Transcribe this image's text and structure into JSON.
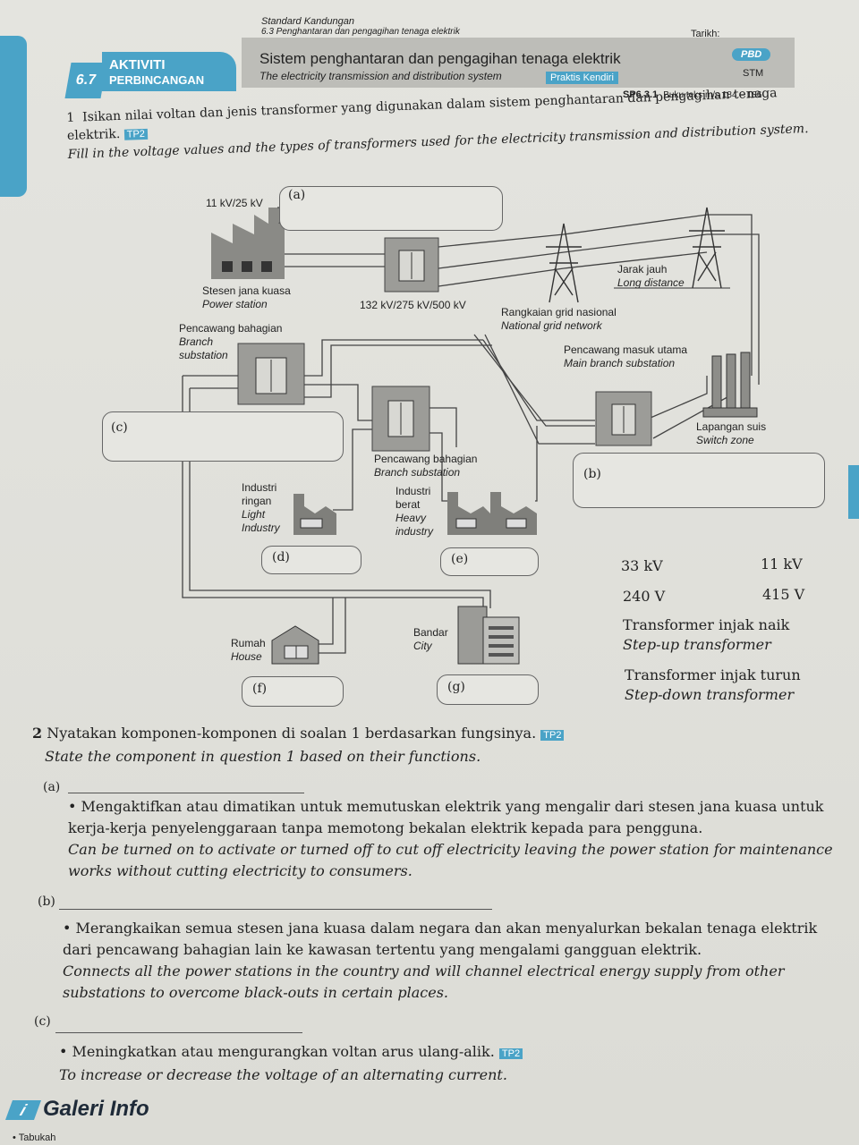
{
  "header": {
    "standard_label": "Standard Kandungan",
    "standard_sub": "6.3 Penghantaran dan pengagihan tenaga elektrik",
    "tarikh": "Tarikh:",
    "activity_number": "6.7",
    "activity_line1": "AKTIVITI",
    "activity_line2": "PERBINCANGAN",
    "title_ms": "Sistem penghantaran dan pengagihan tenaga elektrik",
    "title_en": "The electricity transmission and distribution system",
    "praktis": "Praktis Kendiri",
    "pbd": "PBD",
    "stm": "STM",
    "ref_code": "SP6.3.1",
    "ref_text": "Buku teks m/s 184 – 186"
  },
  "question1": {
    "number": "1",
    "text_ms": "Isikan nilai voltan dan jenis transformer yang digunakan dalam sistem penghantaran dan pengagihan tenaga elektrik.",
    "tp": "TP2",
    "text_en": "Fill in the voltage values and the types of transformers used for the electricity transmission and distribution system."
  },
  "diagram": {
    "kv_power": "11 kV/25 kV",
    "power_station_ms": "Stesen jana kuasa",
    "power_station_en": "Power station",
    "kv_grid": "132 kV/275 kV/500 kV",
    "grid_ms": "Rangkaian grid nasional",
    "grid_en": "National grid network",
    "long_ms": "Jarak jauh",
    "long_en": "Long distance",
    "branch1_ms": "Pencawang bahagian",
    "branch1_en": "Branch",
    "branch1_en2": "substation",
    "main_ms": "Pencawang masuk utama",
    "main_en": "Main branch substation",
    "switch_ms": "Lapangan suis",
    "switch_en": "Switch zone",
    "branch2_ms": "Pencawang bahagian",
    "branch2_en": "Branch substation",
    "light_ms1": "Industri",
    "light_ms2": "ringan",
    "light_en1": "Light",
    "light_en2": "Industry",
    "heavy_ms1": "Industri",
    "heavy_ms2": "berat",
    "heavy_en1": "Heavy",
    "heavy_en2": "industry",
    "house_ms": "Rumah",
    "house_en": "House",
    "city_ms": "Bandar",
    "city_en": "City",
    "box_a": "(a)",
    "box_b": "(b)",
    "box_c": "(c)",
    "box_d": "(d)",
    "box_e": "(e)",
    "box_f": "(f)",
    "box_g": "(g)"
  },
  "options": {
    "v33": "33 kV",
    "v11": "11 kV",
    "v240": "240 V",
    "v415": "415 V",
    "up_ms": "Transformer injak naik",
    "up_en": "Step-up transformer",
    "down_ms": "Transformer injak turun",
    "down_en": "Step-down transformer"
  },
  "question2": {
    "number": "2",
    "text_ms": "Nyatakan komponen-komponen di soalan 1 berdasarkan fungsinya.",
    "tp": "TP2",
    "text_en": "State the component in question 1 based on their functions.",
    "a_label": "(a)",
    "a_ms": "Mengaktifkan atau dimatikan untuk memutuskan elektrik yang mengalir dari stesen jana kuasa untuk kerja-kerja penyelenggaraan tanpa memotong bekalan elektrik kepada para pengguna.",
    "a_en": "Can be turned on to activate or turned off to cut off electricity leaving the power station for maintenance works without cutting electricity to consumers.",
    "b_label": "(b)",
    "b_ms": "Merangkaikan semua stesen jana kuasa dalam negara dan akan menyalurkan bekalan tenaga elektrik dari pencawang bahagian lain ke kawasan tertentu yang mengalami gangguan elektrik.",
    "b_en": "Connects all the power stations in the country and will channel electrical energy supply from other substations to overcome black-outs in certain places.",
    "c_label": "(c)",
    "c_ms": "Meningkatkan atau mengurangkan voltan arus ulang-alik.",
    "c_tp": "TP2",
    "c_en": "To increase or decrease the voltage of an alternating current."
  },
  "footer": {
    "galeri": "Galeri Info",
    "galeri_icon": "i",
    "tabukah": "Tabukah"
  },
  "colors": {
    "accent": "#4aa3c7",
    "band": "#bdbdb8"
  }
}
